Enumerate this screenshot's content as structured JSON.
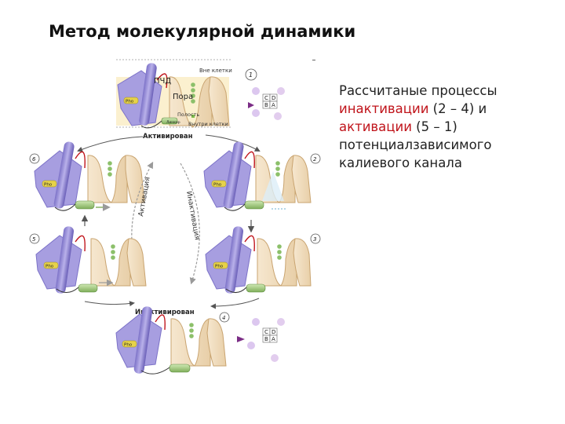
{
  "slide": {
    "title": "Метод молекулярной динамики",
    "description": {
      "line1": "Рассчитаные процессы",
      "inactivation_word": "инактивации",
      "inactivation_range": " (2 – 4) и",
      "activation_word": "активации",
      "activation_range": " (5 – 1)",
      "line4": "потенциалзависимого",
      "line5": "калиевого канала"
    },
    "accent_color": "#c0141b"
  },
  "diagram": {
    "outside_label": "Вне клетки",
    "inside_label": "Внутри клетки",
    "vsd_label": "ПЧД",
    "pore_label": "Пора",
    "cavity_label": "Полость",
    "linker_label": "Линкер",
    "activated_label": "Активирован",
    "inactivated_label": "Инактивирован",
    "activation_arrow_label": "Активация",
    "inactivation_arrow_label": "Инактивация",
    "state_1": "1",
    "state_2": "2",
    "state_3": "3",
    "state_4": "4",
    "state_5": "5",
    "state_6": "6",
    "ph_label": "Pho",
    "ph_label_2": "Pho",
    "ph_label_3": "Pho",
    "ph_label_4": "Pho",
    "ph_label_5": "Pho",
    "ph_label_6": "Pho",
    "sub_c": "C",
    "sub_d": "D",
    "sub_b": "B",
    "sub_a": "A",
    "sub_c2": "C",
    "sub_d2": "D",
    "sub_b2": "B",
    "sub_a2": "A"
  }
}
